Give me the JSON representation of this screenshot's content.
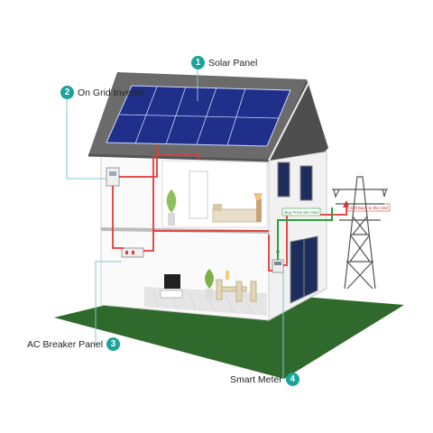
{
  "callouts": [
    {
      "number": "1",
      "label": "Solar Panel"
    },
    {
      "number": "2",
      "label": "On Grid Inverter"
    },
    {
      "number": "3",
      "label": "AC Breaker Panel"
    },
    {
      "number": "4",
      "label": "Smart Meter"
    }
  ],
  "grid_flow": {
    "buy_label": "Buy From the Grid",
    "sell_label": "Sell Back to the Grid"
  },
  "colors": {
    "accent": "#1aa39a",
    "lawn": "#2f6a2c",
    "solar_panel": "#1f2f8a",
    "roof": "#6b6b6b",
    "wire_red": "#e53935",
    "wire_green": "#2e9e3e",
    "leader_line": "#7cc7d6"
  }
}
